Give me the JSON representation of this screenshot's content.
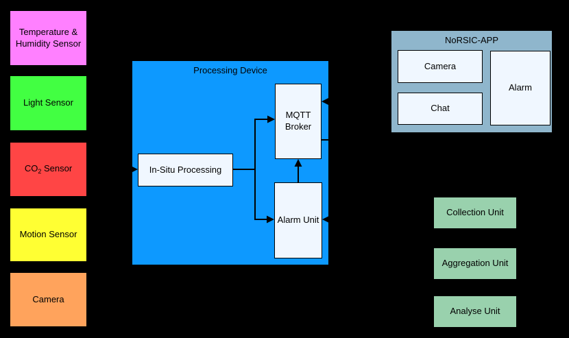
{
  "diagram": {
    "background": "#000000",
    "line_color": "#000000",
    "node_fill": "#F0F7FF"
  },
  "sensors": [
    {
      "label": "Temperature & Humidity Sensor",
      "color": "#FF80FF"
    },
    {
      "label": "Light Sensor",
      "color": "#42FF42"
    },
    {
      "parts": {
        "prefix": "CO",
        "sub": "2",
        "suffix": " Sensor"
      },
      "color": "#FF4545"
    },
    {
      "label": "Motion Sensor",
      "color": "#FFFF33"
    },
    {
      "label": "Camera",
      "color": "#FFA35C"
    }
  ],
  "processing_device": {
    "title": "Processing Device",
    "color": "#0D99FF",
    "in_situ_label": "In-Situ Processing",
    "mqtt_label": "MQTT Broker",
    "alarm_label": "Alarm Unit"
  },
  "norsic_app": {
    "title": "NoRSIC-APP",
    "color": "#8FB6CC",
    "camera_label": "Camera",
    "chat_label": "Chat",
    "alarm_label": "Alarm"
  },
  "units": [
    {
      "label": "Collection Unit",
      "color": "#99D1AD"
    },
    {
      "label": "Aggregation Unit",
      "color": "#99D1AD"
    },
    {
      "label": "Analyse Unit",
      "color": "#99D1AD"
    }
  ]
}
